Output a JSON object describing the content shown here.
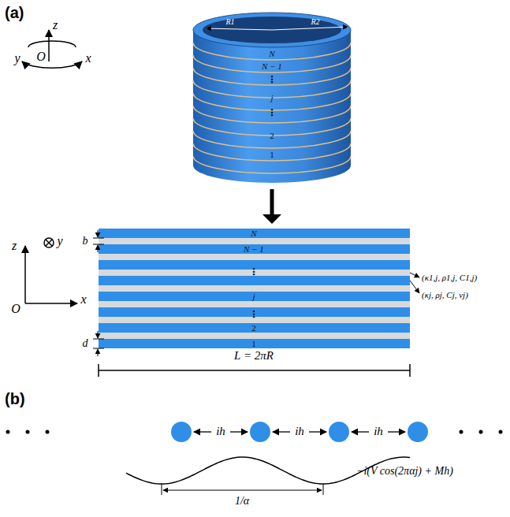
{
  "diagram": {
    "labels": [
      "(a)",
      "z",
      "y",
      "O",
      "x",
      "R1",
      "R2",
      "N",
      "N − 1",
      "⋮",
      "j",
      "⋮",
      "2",
      "1",
      "z",
      "y",
      "O",
      "x",
      "b",
      "N",
      "N − 1",
      "⋮",
      "j",
      "⋮",
      "2",
      "1",
      "d",
      "(κ1,j, ρ1,j, C1,j)",
      "(κj, ρj, Cj, vj)",
      "L = 2πR",
      "(b)",
      "ih",
      "ih",
      "ih",
      "1/α",
      "−i(V cos(2παj) + Mh)"
    ]
  }
}
